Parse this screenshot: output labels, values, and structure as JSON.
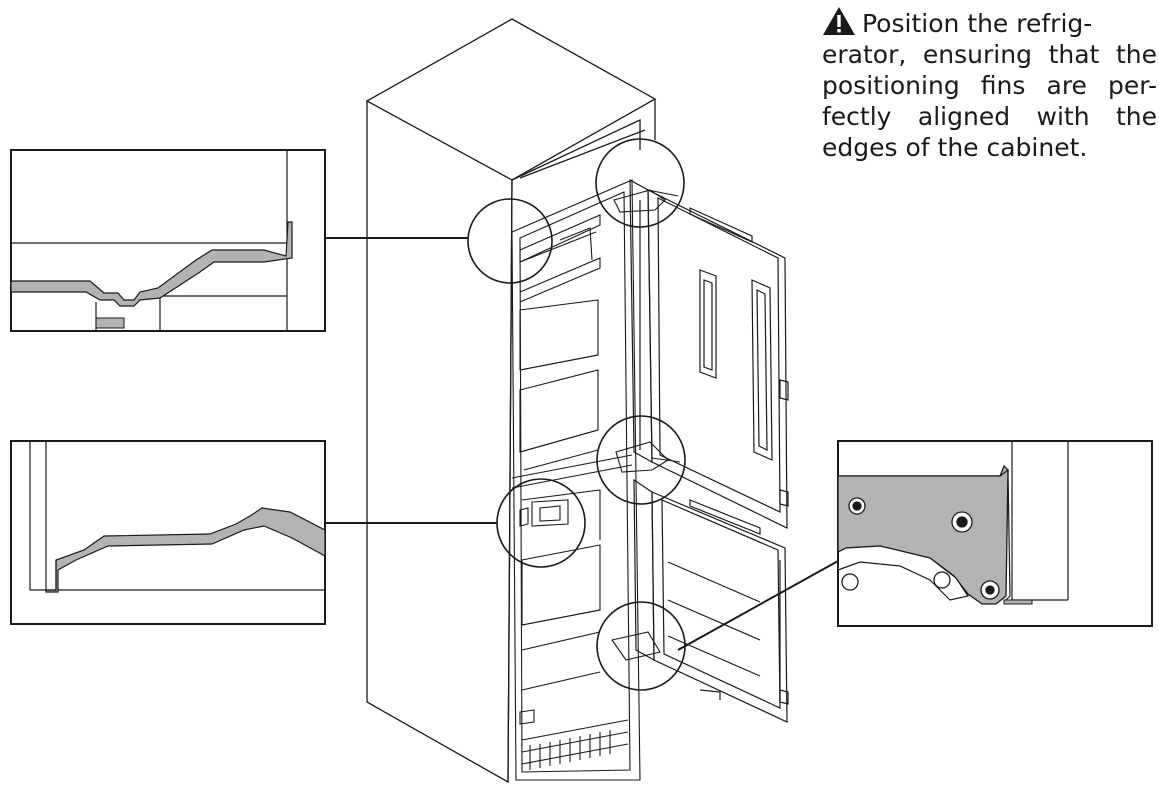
{
  "instruction": {
    "icon": "warning-triangle-icon",
    "lines": [
      "Position the refrig-",
      "erator, ensuring that the",
      "positioning fins are per-",
      "fectly aligned with the",
      "edges of the cabinet."
    ]
  },
  "colors": {
    "line": "#1a1a1a",
    "fill_gray": "#b3b3b3",
    "background": "#ffffff"
  }
}
